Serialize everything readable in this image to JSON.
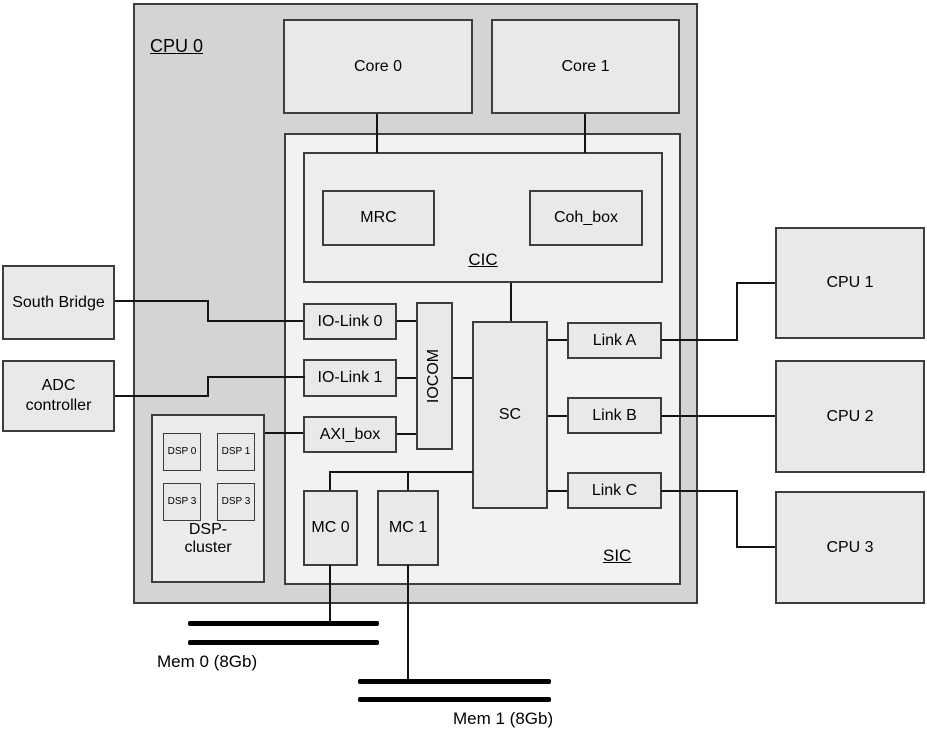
{
  "colors": {
    "page_bg": "#ffffff",
    "outer_fill": "#d4d4d4",
    "region_fill": "#f2f2f2",
    "cic_fill": "#ededed",
    "box_fill": "#e9e9e9",
    "dsp_fill": "#ececec",
    "border": "#3d3d3d",
    "line": "#141414",
    "text": "#000000"
  },
  "labels": {
    "cpu0": "CPU 0",
    "core0": "Core 0",
    "core1": "Core 1",
    "cic": "CIC",
    "mrc": "MRC",
    "coh_box": "Coh_box",
    "sic": "SIC",
    "io_link0": "IO-Link 0",
    "io_link1": "IO-Link 1",
    "axi_box": "AXI_box",
    "iocom": "IOCOM",
    "sc": "SC",
    "link_a": "Link A",
    "link_b": "Link B",
    "link_c": "Link C",
    "mc0": "MC 0",
    "mc1": "MC 1",
    "dsp_cluster": "DSP-cluster",
    "dsp_units": [
      "DSP 0",
      "DSP 1",
      "DSP 3",
      "DSP 3"
    ],
    "south_bridge": "South Bridge",
    "adc_controller": "ADC controller",
    "cpu1": "CPU 1",
    "cpu2": "CPU 2",
    "cpu3": "CPU 3",
    "mem0": "Mem 0 (8Gb)",
    "mem1": "Mem 1 (8Gb)"
  }
}
